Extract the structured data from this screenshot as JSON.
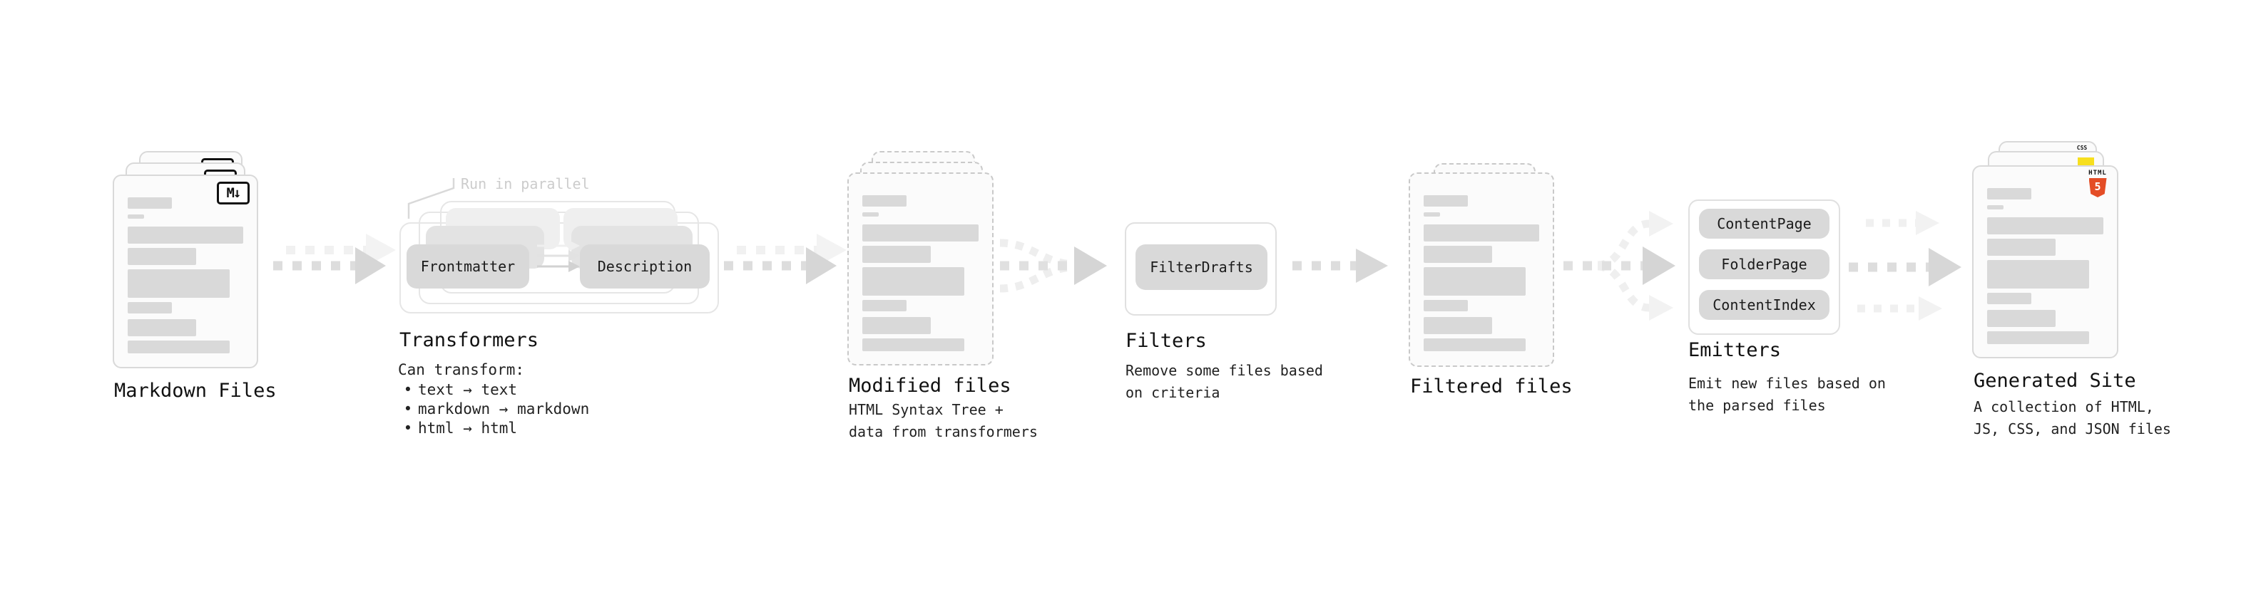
{
  "colors": {
    "background": "#ffffff",
    "card_border": "#d9d9d9",
    "dashed_border": "#c9c9c9",
    "placeholder_bar": "#d9d9d9",
    "pill_background": "#d9d9d9",
    "container_border": "#e6e6e6",
    "arrow_dark": "#dddddd",
    "arrow_light": "#f0f0f0",
    "text_primary": "#111111",
    "annotation_gray": "#cccccc",
    "markdown_badge_border": "#111111",
    "html5_orange": "#e44d26",
    "js_yellow": "#f7df1e",
    "css_blue": "#2965f1"
  },
  "stages": {
    "markdown_files": {
      "label": "Markdown Files",
      "badge": "M↓"
    },
    "transformers": {
      "annotation": "Run in parallel",
      "source_node": "Frontmatter",
      "target_node": "Description",
      "heading": "Transformers",
      "body_title": "Can transform:",
      "bullet_char": "•",
      "bullets": [
        "text → text",
        "markdown → markdown",
        "html → html"
      ]
    },
    "modified_files": {
      "heading": "Modified files",
      "subtitle_line1": "HTML Syntax Tree +",
      "subtitle_line2": "data from transformers"
    },
    "filters": {
      "node": "FilterDrafts",
      "heading": "Filters",
      "subtitle_line1": "Remove some files based",
      "subtitle_line2": "on criteria"
    },
    "filtered_files": {
      "heading": "Filtered files"
    },
    "emitters": {
      "nodes": [
        "ContentPage",
        "FolderPage",
        "ContentIndex"
      ],
      "heading": "Emitters",
      "subtitle_line1": "Emit new files based on",
      "subtitle_line2": "the parsed files"
    },
    "generated_site": {
      "heading": "Generated Site",
      "subtitle_line1": "A collection of HTML,",
      "subtitle_line2": "JS, CSS, and JSON files",
      "css_badge": "CSS",
      "html_badge_label": "HTML",
      "html_badge_number": "5"
    }
  }
}
